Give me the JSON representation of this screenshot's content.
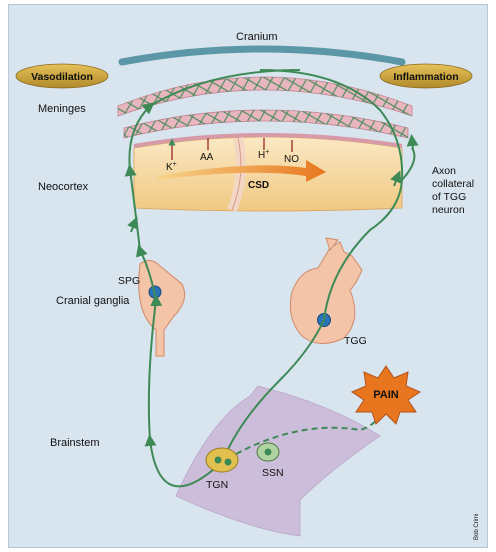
{
  "labels": {
    "cranium": "Cranium",
    "vasodilation": "Vasodilation",
    "inflammation": "Inflammation",
    "meninges": "Meninges",
    "neocortex": "Neocortex",
    "k_plus": "K",
    "aa": "AA",
    "h_plus": "H",
    "no": "NO",
    "csd": "CSD",
    "axon_line1": "Axon",
    "axon_line2": "collateral",
    "axon_line3": "of TGG",
    "axon_line4": "neuron",
    "spg": "SPG",
    "cranial_ganglia": "Cranial ganglia",
    "tgg": "TGG",
    "pain": "PAIN",
    "brainstem": "Brainstem",
    "tgn": "TGN",
    "ssn": "SSN",
    "signature": "Bob Crimi"
  },
  "superscript": "+",
  "colors": {
    "background": "#d8e4ee",
    "cranium": "#5b97a6",
    "badge": "#c9a43c",
    "meninges": "#d69aa8",
    "neuron": "#3e8a56",
    "nucleus": "#2b74b8",
    "ganglion": "#f3c4a8",
    "brainstem": "#c8b0d4",
    "csd_arrow": "#e8761e",
    "pain_star": "#e8761e"
  }
}
